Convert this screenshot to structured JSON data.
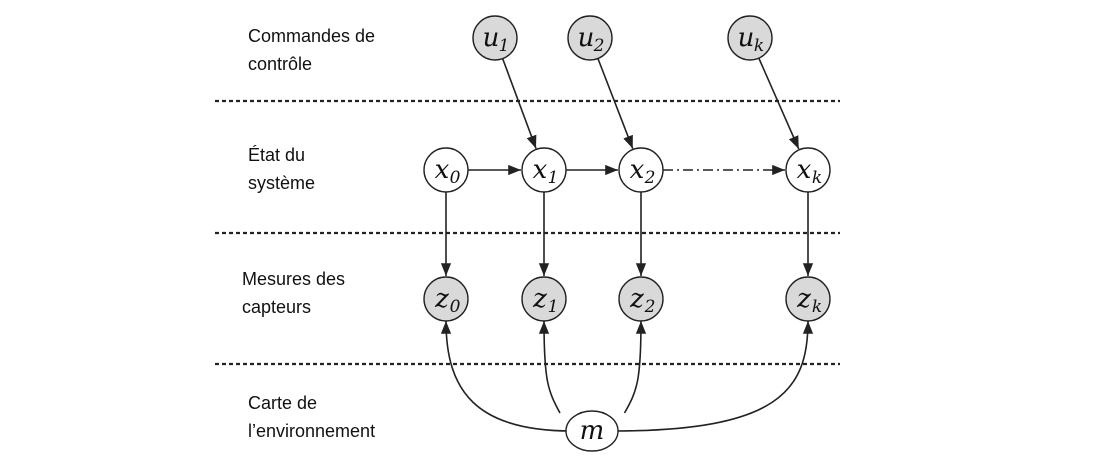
{
  "rows": [
    {
      "id": "control",
      "lines": [
        "Commandes de",
        "contrôle"
      ]
    },
    {
      "id": "state",
      "lines": [
        "État du",
        "système"
      ]
    },
    {
      "id": "measure",
      "lines": [
        "Mesures des",
        "capteurs"
      ]
    },
    {
      "id": "map",
      "lines": [
        "Carte de",
        "l’environnement"
      ]
    }
  ],
  "nodes": [
    {
      "id": "u1",
      "var": "u",
      "sub": "1",
      "shaded": true
    },
    {
      "id": "u2",
      "var": "u",
      "sub": "2",
      "shaded": true
    },
    {
      "id": "uk",
      "var": "u",
      "sub": "k",
      "shaded": true
    },
    {
      "id": "x0",
      "var": "x",
      "sub": "0",
      "shaded": false
    },
    {
      "id": "x1",
      "var": "x",
      "sub": "1",
      "shaded": false
    },
    {
      "id": "x2",
      "var": "x",
      "sub": "2",
      "shaded": false
    },
    {
      "id": "xk",
      "var": "x",
      "sub": "k",
      "shaded": false
    },
    {
      "id": "z0",
      "var": "z",
      "sub": "0",
      "shaded": true
    },
    {
      "id": "z1",
      "var": "z",
      "sub": "1",
      "shaded": true
    },
    {
      "id": "z2",
      "var": "z",
      "sub": "2",
      "shaded": true
    },
    {
      "id": "zk",
      "var": "z",
      "sub": "k",
      "shaded": true
    },
    {
      "id": "m",
      "var": "m",
      "sub": "",
      "shaded": false
    }
  ],
  "edges": [
    {
      "from": "u1",
      "to": "x1",
      "style": "solid"
    },
    {
      "from": "u2",
      "to": "x2",
      "style": "solid"
    },
    {
      "from": "uk",
      "to": "xk",
      "style": "solid"
    },
    {
      "from": "x0",
      "to": "x1",
      "style": "solid"
    },
    {
      "from": "x1",
      "to": "x2",
      "style": "solid"
    },
    {
      "from": "x2",
      "to": "xk",
      "style": "dash-dot"
    },
    {
      "from": "x0",
      "to": "z0",
      "style": "solid"
    },
    {
      "from": "x1",
      "to": "z1",
      "style": "solid"
    },
    {
      "from": "x2",
      "to": "z2",
      "style": "solid"
    },
    {
      "from": "xk",
      "to": "zk",
      "style": "solid"
    },
    {
      "from": "m",
      "to": "z0",
      "style": "curved"
    },
    {
      "from": "m",
      "to": "z1",
      "style": "curved"
    },
    {
      "from": "m",
      "to": "z2",
      "style": "curved"
    },
    {
      "from": "m",
      "to": "zk",
      "style": "curved"
    }
  ],
  "colors": {
    "shaded_fill": "#d9d9d9",
    "plain_fill": "#ffffff",
    "stroke": "#222222",
    "separator": "#222222"
  }
}
